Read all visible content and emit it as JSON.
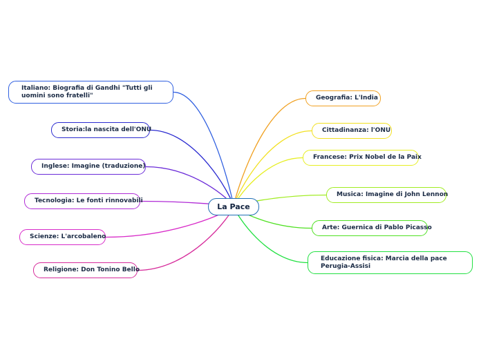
{
  "center": {
    "label": "La Pace",
    "color": "#1f6fb5"
  },
  "left_topics": [
    {
      "label": "Italiano: Biografia di Gandhi \"Tutti gli uomini sono fratelli\"",
      "color": "#2f5fe0"
    },
    {
      "label": "Storia:la nascita dell'ONU",
      "color": "#2a2ad0"
    },
    {
      "label": "Inglese: Imagine (traduzione)",
      "color": "#6a2ad8"
    },
    {
      "label": "Tecnologia: Le fonti rinnovabili",
      "color": "#b02ad6"
    },
    {
      "label": "Scienze: L'arcobaleno",
      "color": "#d82ac8"
    },
    {
      "label": "Religione: Don Tonino Bello",
      "color": "#d62a9a"
    }
  ],
  "right_topics": [
    {
      "label": "Geografia: L'India",
      "color": "#f0a020"
    },
    {
      "label": "Cittadinanza: l'ONU",
      "color": "#f2e020"
    },
    {
      "label": "Francese: Prix Nobel de la Paix",
      "color": "#e6ee20"
    },
    {
      "label": "Musica: Imagine di John Lennon",
      "color": "#a0ec20"
    },
    {
      "label": "Arte: Guernica di Pablo Picasso",
      "color": "#4ee020"
    },
    {
      "label": "Educazione fisica: Marcia della pace Perugia-Assisi",
      "color": "#20e040"
    }
  ]
}
